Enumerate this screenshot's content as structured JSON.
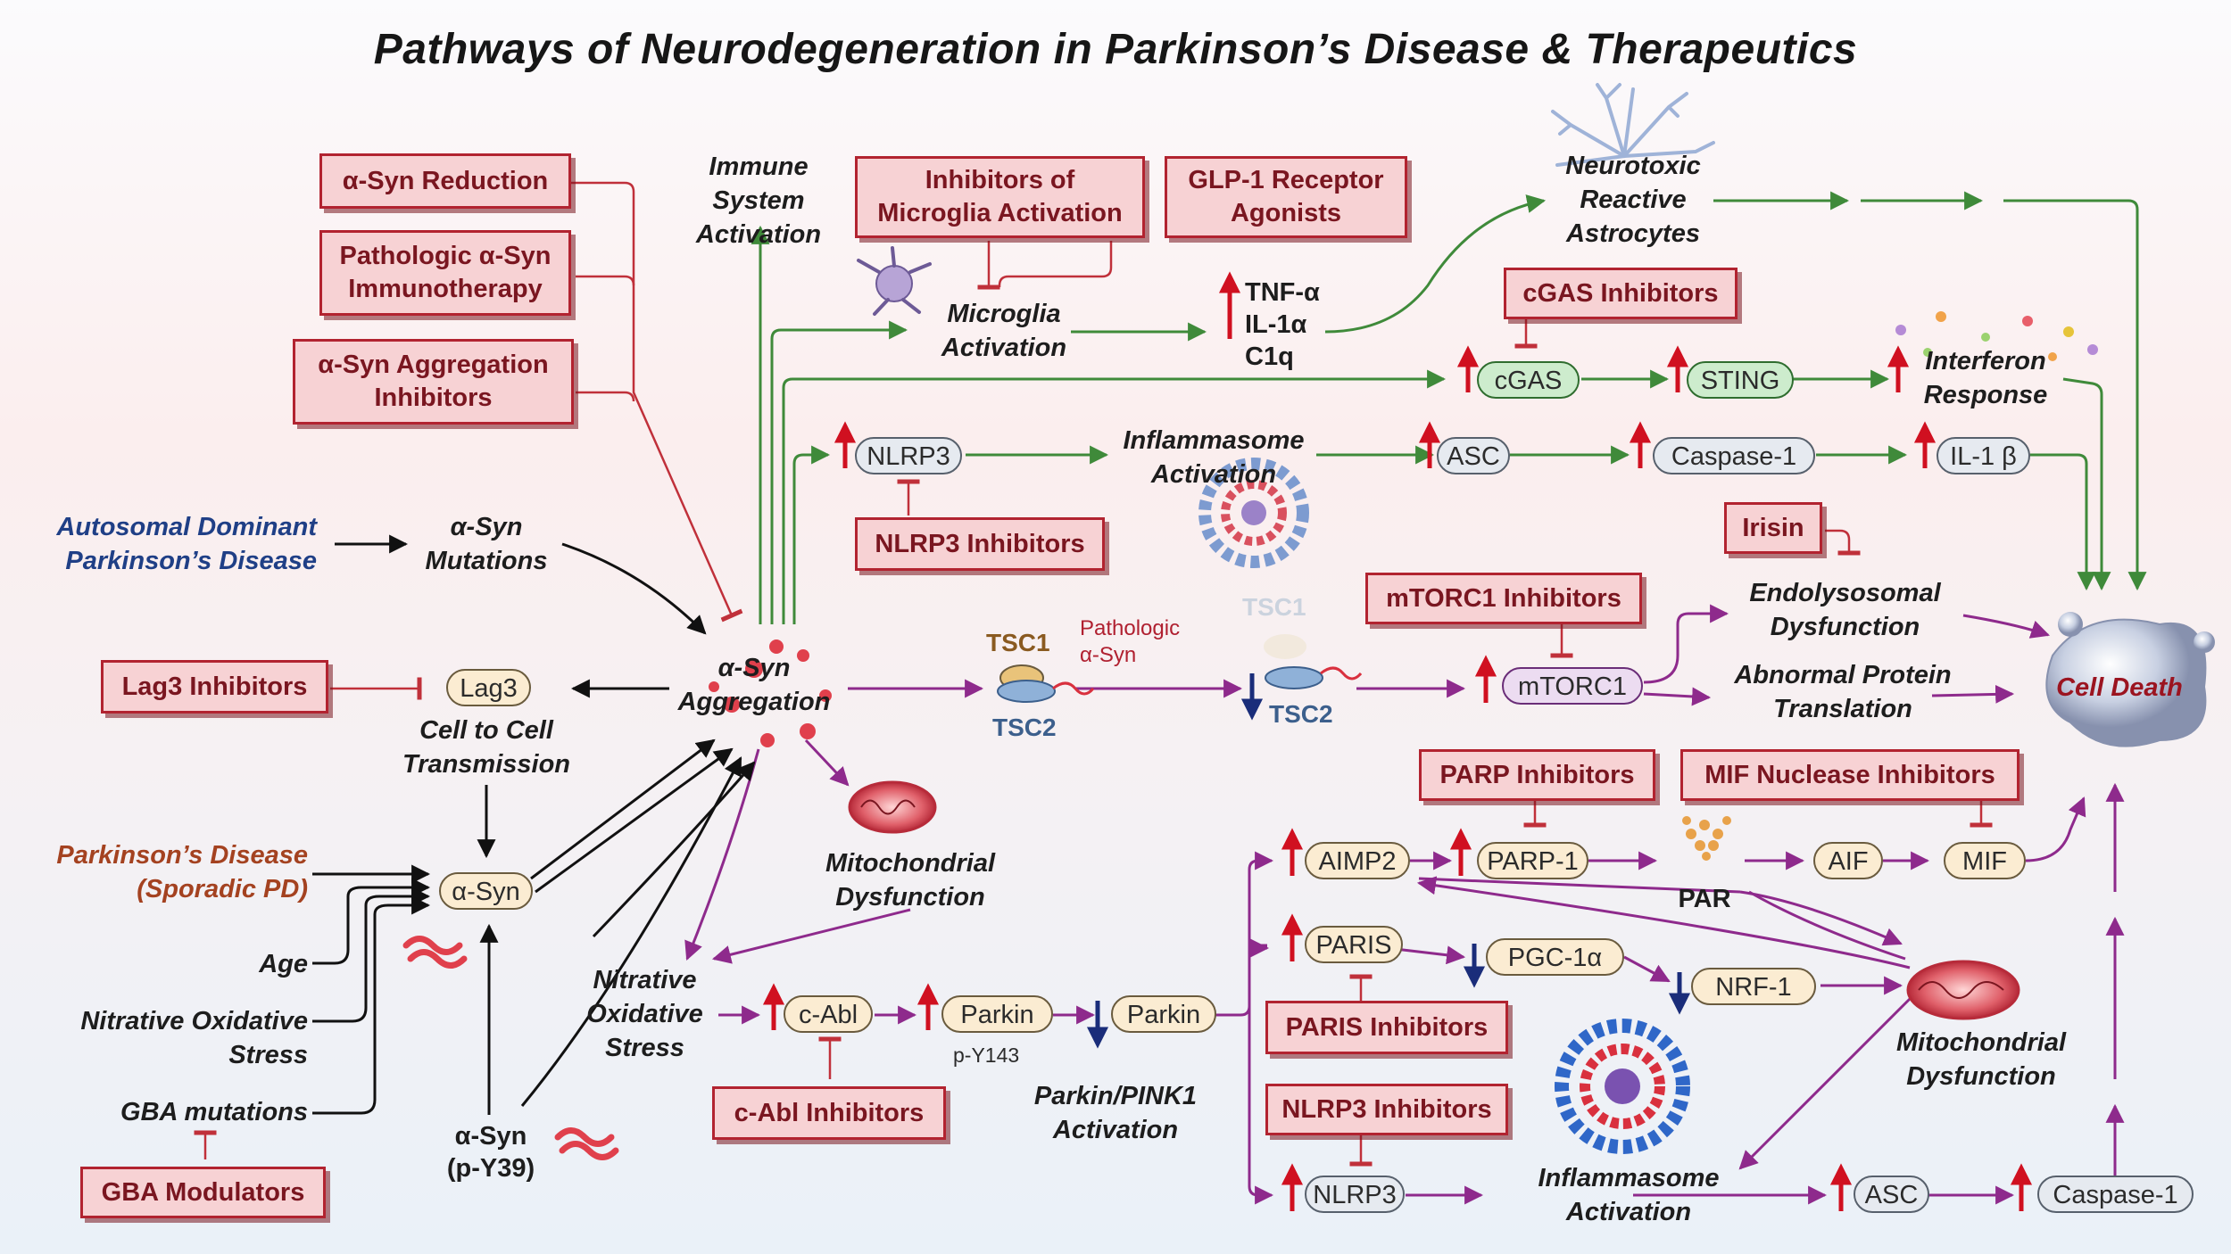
{
  "title": "Pathways of Neurodegeneration in Parkinson’s Disease & Therapeutics",
  "therapeutics": {
    "asyn_reduction": "α-Syn Reduction",
    "asyn_immunotherapy": "Pathologic α-Syn\nImmunotherapy",
    "asyn_aggregation_inhibitors": "α-Syn Aggregation\nInhibitors",
    "microglia_inhibitors": "Inhibitors of\nMicroglia Activation",
    "glp1": "GLP-1 Receptor\nAgonists",
    "cgas_inhibitors": "cGAS Inhibitors",
    "nlrp3_inhibitors_top": "NLRP3 Inhibitors",
    "irisin": "Irisin",
    "mtorc1_inhibitors": "mTORC1 Inhibitors",
    "lag3_inhibitors": "Lag3 Inhibitors",
    "parp_inhibitors": "PARP Inhibitors",
    "mif_inhibitors": "MIF Nuclease Inhibitors",
    "paris_inhibitors": "PARIS Inhibitors",
    "nlrp3_inhibitors_bottom": "NLRP3 Inhibitors",
    "cabl_inhibitors": "c-Abl Inhibitors",
    "gba_modulators": "GBA Modulators"
  },
  "nodes": {
    "cgas": "cGAS",
    "sting": "STING",
    "nlrp3_top": "NLRP3",
    "asc_top": "ASC",
    "caspase1_top": "Caspase-1",
    "il1b": "IL-1 β",
    "lag3": "Lag3",
    "asyn": "α-Syn",
    "mtorc1": "mTORC1",
    "aimp2": "AIMP2",
    "parp1": "PARP-1",
    "aif": "AIF",
    "mif": "MIF",
    "paris": "PARIS",
    "pgc1a": "PGC-1α",
    "nrf1": "NRF-1",
    "cabl": "c-Abl",
    "parkin1": "Parkin",
    "parkin2": "Parkin",
    "nlrp3_bottom": "NLRP3",
    "asc_bottom": "ASC",
    "caspase1_bottom": "Caspase-1"
  },
  "labels": {
    "immune": "Immune\nSystem\nActivation",
    "microglia": "Microglia\nActivation",
    "astrocytes": "Neurotoxic\nReactive\nAstrocytes",
    "interferon": "Interferon\nResponse",
    "inflammasome_top": "Inflammasome\nActivation",
    "autosomal": "Autosomal Dominant\nParkinson’s Disease",
    "mutations": "α-Syn\nMutations",
    "aggregation": "α-Syn\nAggregation",
    "cell_transmission": "Cell to Cell\nTransmission",
    "sporadic": "Parkinson’s Disease\n(Sporadic PD)",
    "age": "Age",
    "nitrative_left": "Nitrative Oxidative\nStress",
    "gba": "GBA mutations",
    "mito_top": "Mitochondrial\nDysfunction",
    "nitrative_mid": "Nitrative\nOxidative\nStress",
    "parkin_pink": "Parkin/PINK1\nActivation",
    "endolyso": "Endolysosomal\nDysfunction",
    "abnormal": "Abnormal Protein\nTranslation",
    "cell_death": "Cell Death",
    "mito_bottom": "Mitochondrial\nDysfunction",
    "inflammasome_bottom": "Inflammasome\nActivation"
  },
  "plain": {
    "cytokines": "TNF-α\nIL-1α\nC1q",
    "par": "PAR",
    "asyn_py39": "α-Syn\n(p-Y39)",
    "tsc1_a": "TSC1",
    "tsc2_a": "TSC2",
    "tsc1_b": "TSC1",
    "tsc2_b": "TSC2",
    "pathologic_asyn": "Pathologic\nα-Syn",
    "py143": "p-Y143"
  },
  "colors": {
    "green_path": "#3f8a3a",
    "purple_path": "#8e2a8c",
    "red_inhibit": "#c0303a",
    "black_path": "#111111",
    "up_arrow": "#d01020",
    "down_arrow": "#1a2d7a"
  }
}
